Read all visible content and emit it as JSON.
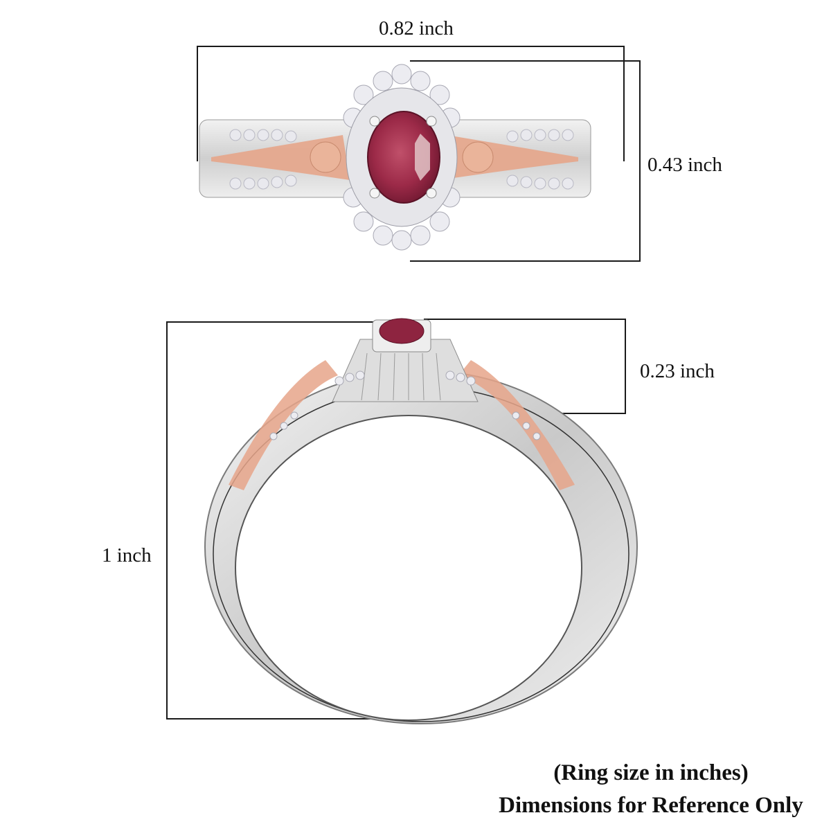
{
  "top_view": {
    "width_label": "0.82 inch",
    "height_label": "0.43 inch"
  },
  "side_view": {
    "setting_height_label": "0.23 inch",
    "total_height_label": "1 inch"
  },
  "captions": {
    "line1": "(Ring size in inches)",
    "line2": "Dimensions for Reference Only"
  },
  "colors": {
    "gemstone": "#9c2a48",
    "rose_gold": "#e6a58a",
    "silver": "#d8d8d8",
    "bracket_line": "#1a1a1a"
  }
}
